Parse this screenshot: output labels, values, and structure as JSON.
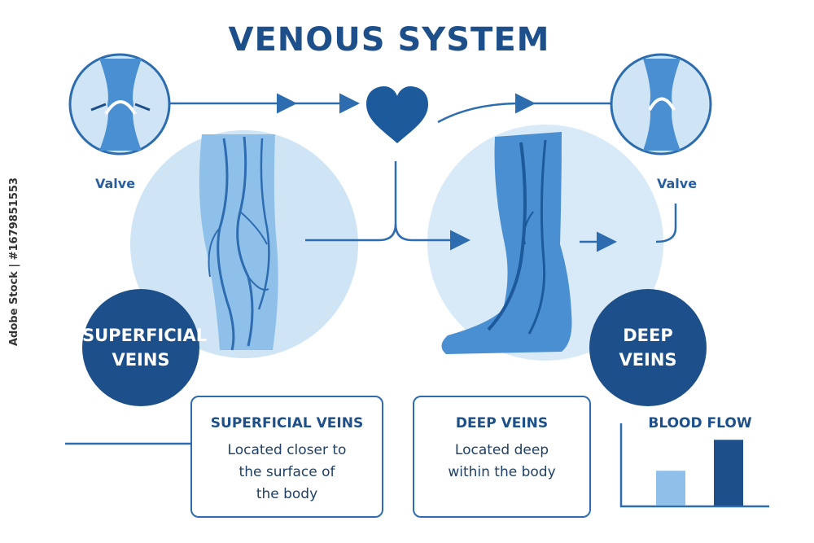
{
  "title": "VENOUS SYSTEM",
  "left_valve_label": "Valve",
  "right_valve_label": "Valve",
  "superficial_badge": [
    "SUPERFICIAL",
    "VEINS"
  ],
  "deep_badge": [
    "DEEP",
    "VEINS"
  ],
  "superficial_box": {
    "title": "SUPERFICIAL VEINS",
    "desc": [
      "Located closer to",
      "the surface of",
      "the body"
    ]
  },
  "deep_box": {
    "title": "DEEP VEINS",
    "desc": [
      "Located deep",
      "within the body"
    ]
  },
  "blood_flow": {
    "title": "BLOOD FLOW",
    "bars": [
      0.45,
      0.85
    ]
  },
  "watermark": "Adobe Stock | #1679851553",
  "colors": {
    "dark": "#1d4f8a",
    "mid": "#2e6cb0",
    "light": "#cfe5f5",
    "vein": "#4a8fd1"
  }
}
